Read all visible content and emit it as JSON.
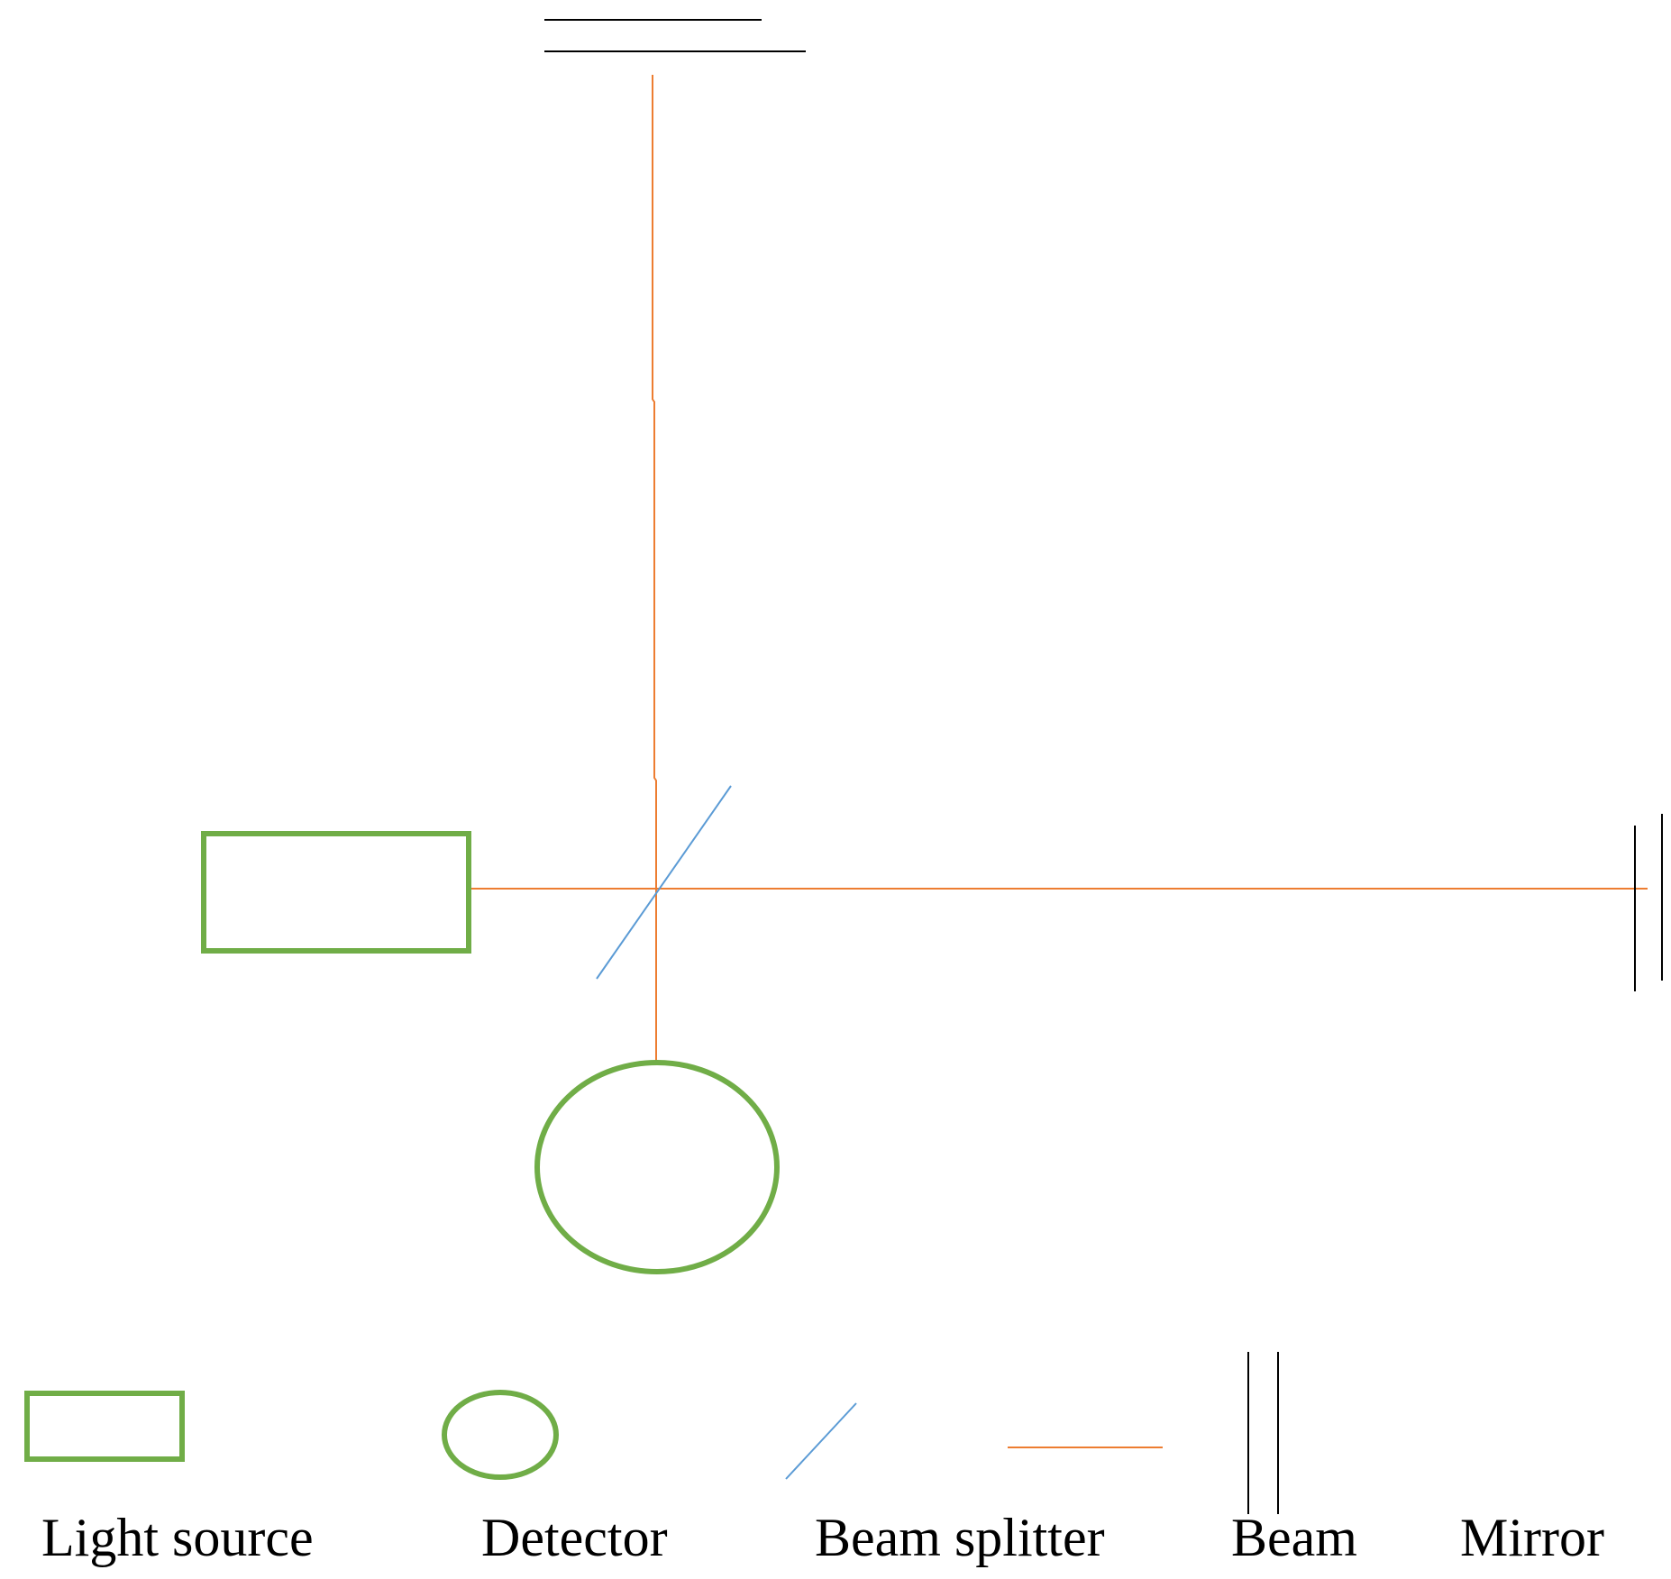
{
  "colors": {
    "component_outline": "#70AD47",
    "beam": "#ED7D31",
    "beam_splitter": "#5B9BD5",
    "mirror": "#000000",
    "text": "#000000"
  },
  "components": {
    "light_source": {
      "shape": "rectangle"
    },
    "detector": {
      "shape": "ellipse"
    },
    "beam_splitter": {
      "shape": "diagonal-line"
    },
    "mirror_top": {
      "shape": "double-line"
    },
    "mirror_right": {
      "shape": "double-line"
    }
  },
  "legend": {
    "light_source_label": "Light source",
    "detector_label": "Detector",
    "beam_splitter_label": "Beam splitter",
    "beam_label": "Beam",
    "mirror_label": "Mirror"
  }
}
